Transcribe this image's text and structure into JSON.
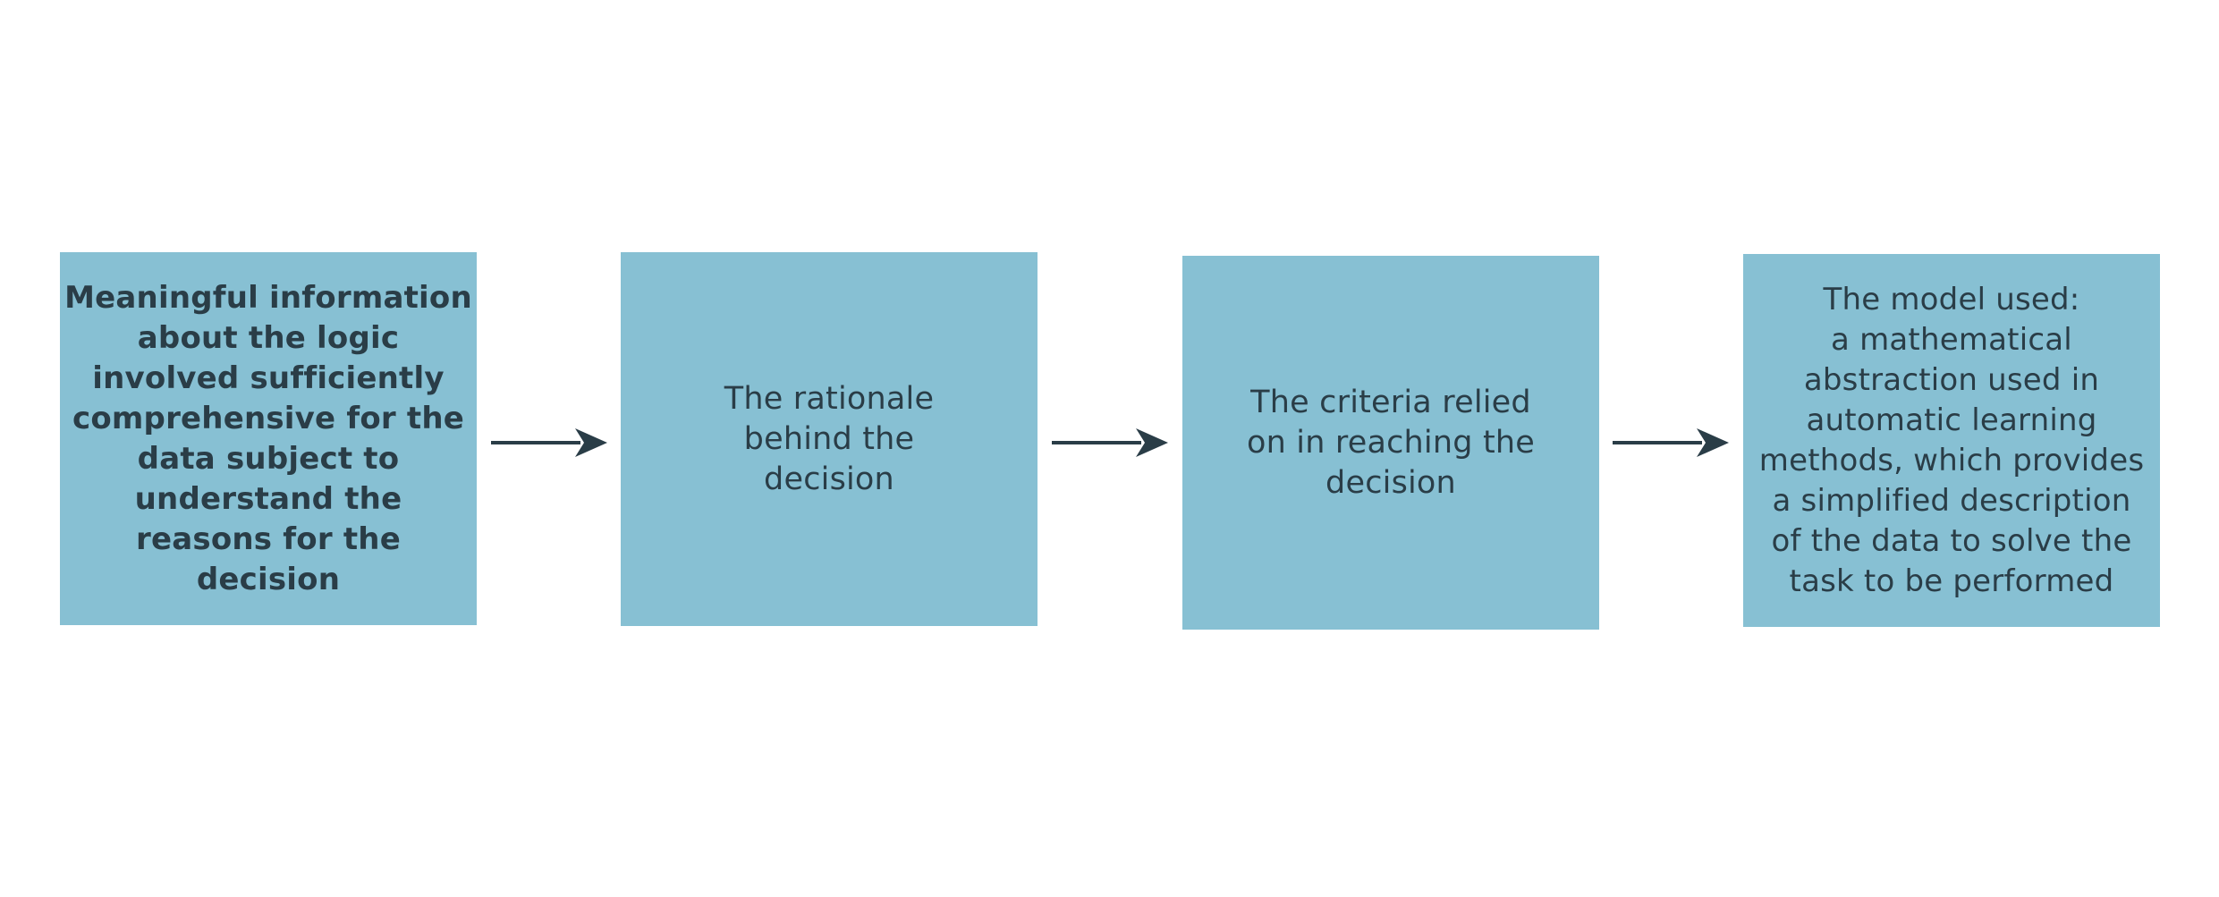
{
  "diagram": {
    "boxes": [
      {
        "lines": [
          "Meaningful information",
          "about the logic",
          "involved sufficiently",
          "comprehensive for the",
          "data subject to",
          "understand the",
          "reasons for the",
          "decision"
        ]
      },
      {
        "lines": [
          "The rationale",
          "behind the",
          "decision"
        ]
      },
      {
        "lines": [
          "The criteria relied",
          "on in reaching the",
          "decision"
        ]
      },
      {
        "lines": [
          "The model used:",
          "a mathematical",
          "abstraction used in",
          "automatic learning",
          "methods, which provides",
          "a simplified description",
          "of the data to solve the",
          "task to be performed"
        ]
      }
    ],
    "colors": {
      "box_fill": "#87c0d3",
      "text": "#2a3d47",
      "arrow": "#2a3d47",
      "background": "#ffffff"
    }
  }
}
